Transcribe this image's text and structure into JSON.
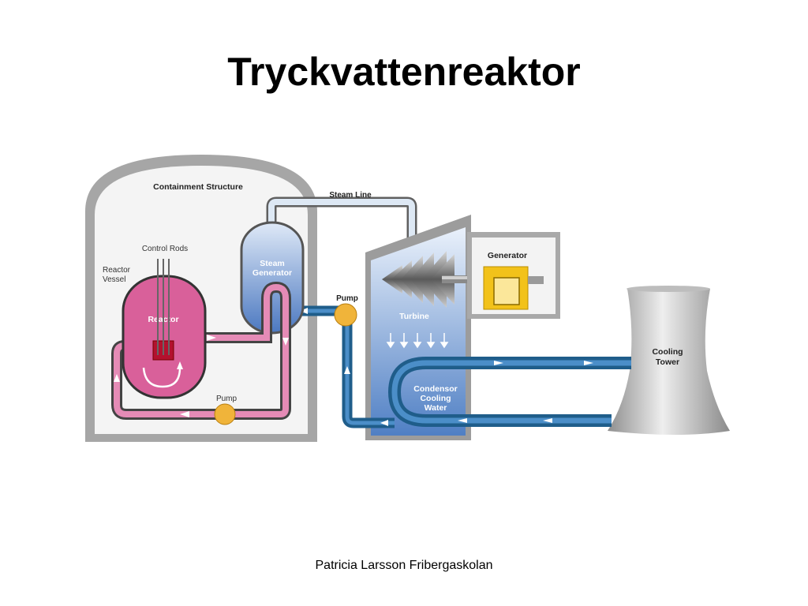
{
  "title": "Tryckvattenreaktor",
  "footer": "Patricia Larsson Fribergaskolan",
  "labels": {
    "containment": "Containment Structure",
    "steam_line": "Steam Line",
    "control_rods": "Control Rods",
    "reactor_vessel_1": "Reactor",
    "reactor_vessel_2": "Vessel",
    "reactor": "Reactor",
    "steam_generator_1": "Steam",
    "steam_generator_2": "Generator",
    "pump_primary": "Pump",
    "pump_secondary": "Pump",
    "turbine": "Turbine",
    "generator": "Generator",
    "condensor_1": "Condensor",
    "condensor_2": "Cooling",
    "condensor_3": "Water",
    "cooling_tower_1": "Cooling",
    "cooling_tower_2": "Tower"
  },
  "colors": {
    "primary_loop": "#d9609a",
    "secondary_loop": "#1f5d8a",
    "pump": "#f0b43a",
    "generator": "#f2c21a",
    "containment": "#a8a8a8"
  }
}
